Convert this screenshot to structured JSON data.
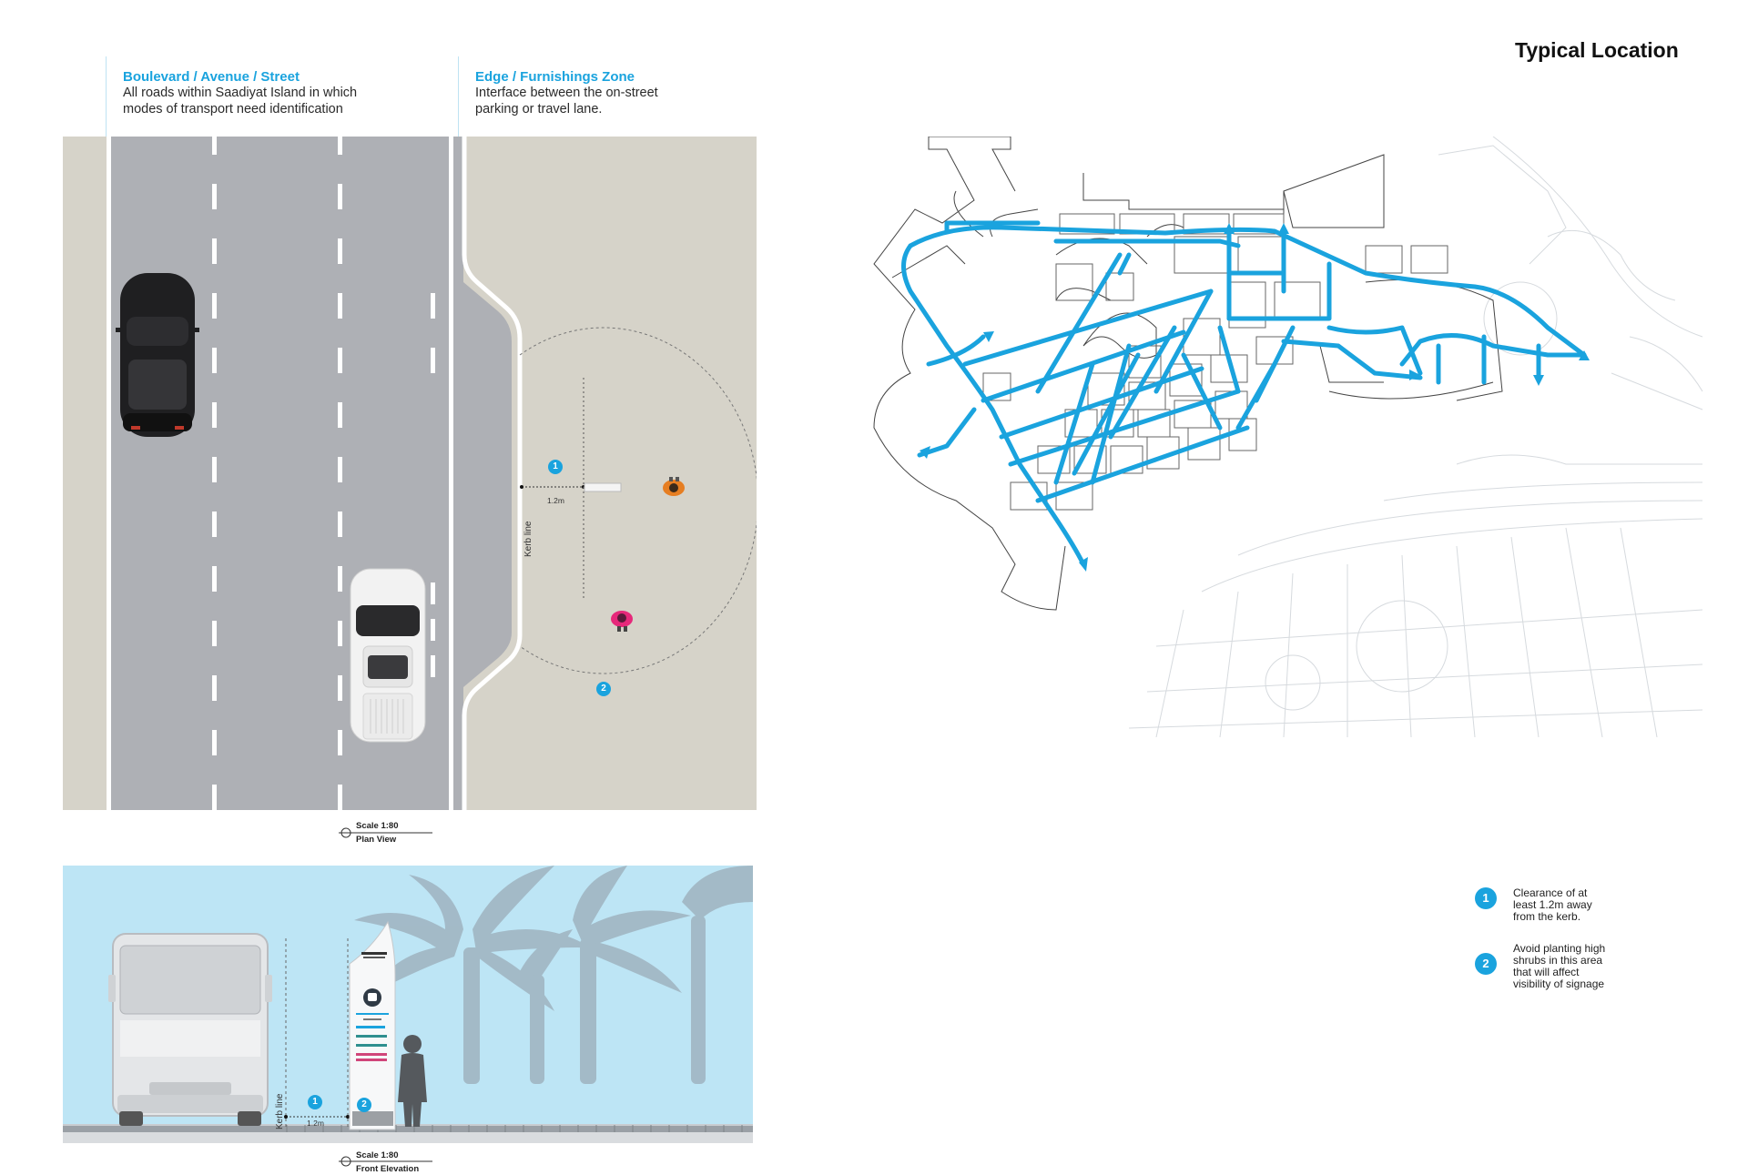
{
  "page_title": "Typical Location",
  "header_left": {
    "title": "Boulevard / Avenue / Street",
    "desc_line1": "All roads within Saadiyat Island in which",
    "desc_line2": "modes of transport need identification"
  },
  "header_right": {
    "title": "Edge / Furnishings Zone",
    "desc_line1": "Interface between the on-street",
    "desc_line2": "parking or travel lane."
  },
  "plan_view": {
    "clearance_label": "1.2m",
    "kerb_label": "Kerb line",
    "marker_1": "1",
    "marker_2": "2",
    "scale_label": "Scale 1:80",
    "view_label": "Plan View"
  },
  "elevation": {
    "clearance_label": "1.2m",
    "kerb_label": "Kerb line",
    "marker_1": "1",
    "marker_2": "2",
    "scale_label": "Scale 1:80",
    "view_label": "Front Elevation"
  },
  "legend": [
    {
      "num": "1",
      "text_l1": "Clearance of at",
      "text_l2": "least 1.2m away",
      "text_l3": "from the kerb.",
      "text_l4": ""
    },
    {
      "num": "2",
      "text_l1": "Avoid planting high",
      "text_l2": "shrubs in this area",
      "text_l3": "that will affect",
      "text_l4": "visibility of signage"
    }
  ],
  "colors": {
    "accent": "#1aa3de",
    "route": "#1aa3de",
    "road": "#aeb0b5",
    "sidewalk": "#d6d3c9",
    "sky": "#bde5f5"
  }
}
